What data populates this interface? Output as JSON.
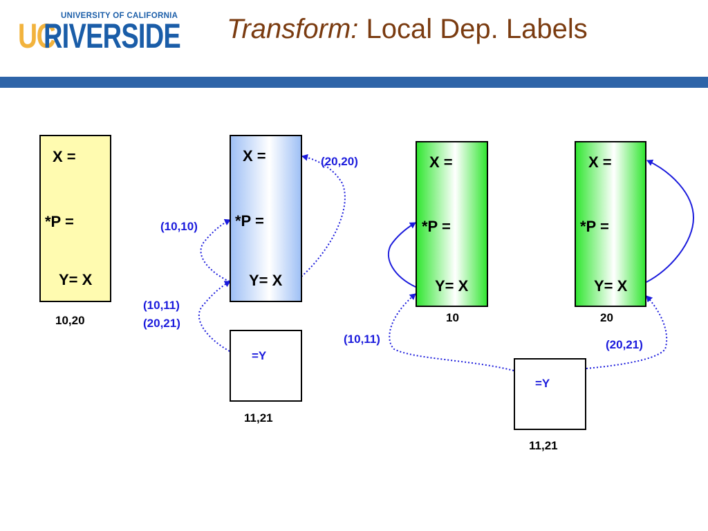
{
  "header": {
    "logo": {
      "uc": "UC",
      "riverside": "RIVERSIDE",
      "university": "UNIVERSITY OF CALIFORNIA"
    },
    "title_italic": "Transform:",
    "title_rest": "Local Dep. Labels"
  },
  "colors": {
    "title": "#7a3b10",
    "bar": "#2e64a8",
    "yellow_box": "#fffbb0",
    "blue_box": "#9fc0f5",
    "green_box": "#33e633",
    "annotation": "#1a1adc"
  },
  "diagram": {
    "box1": {
      "x": "X =",
      "p": "*P =",
      "y": "Y= X",
      "caption": "10,20"
    },
    "box2": {
      "x": "X =",
      "p": "*P =",
      "y": "Y= X",
      "label_top": "(20,20)",
      "label_mid": "(10,10)",
      "label_bot1": "(10,11)",
      "label_bot2": "(20,21)",
      "small_text": "=Y",
      "small_caption": "11,21"
    },
    "box3": {
      "x": "X =",
      "p": "*P =",
      "y": "Y= X",
      "caption": "10",
      "label": "(10,11)"
    },
    "box4": {
      "x": "X =",
      "p": "*P =",
      "y": "Y= X",
      "caption": "20",
      "label": "(20,21)"
    },
    "shared": {
      "small_text": "=Y",
      "small_caption": "11,21"
    }
  }
}
